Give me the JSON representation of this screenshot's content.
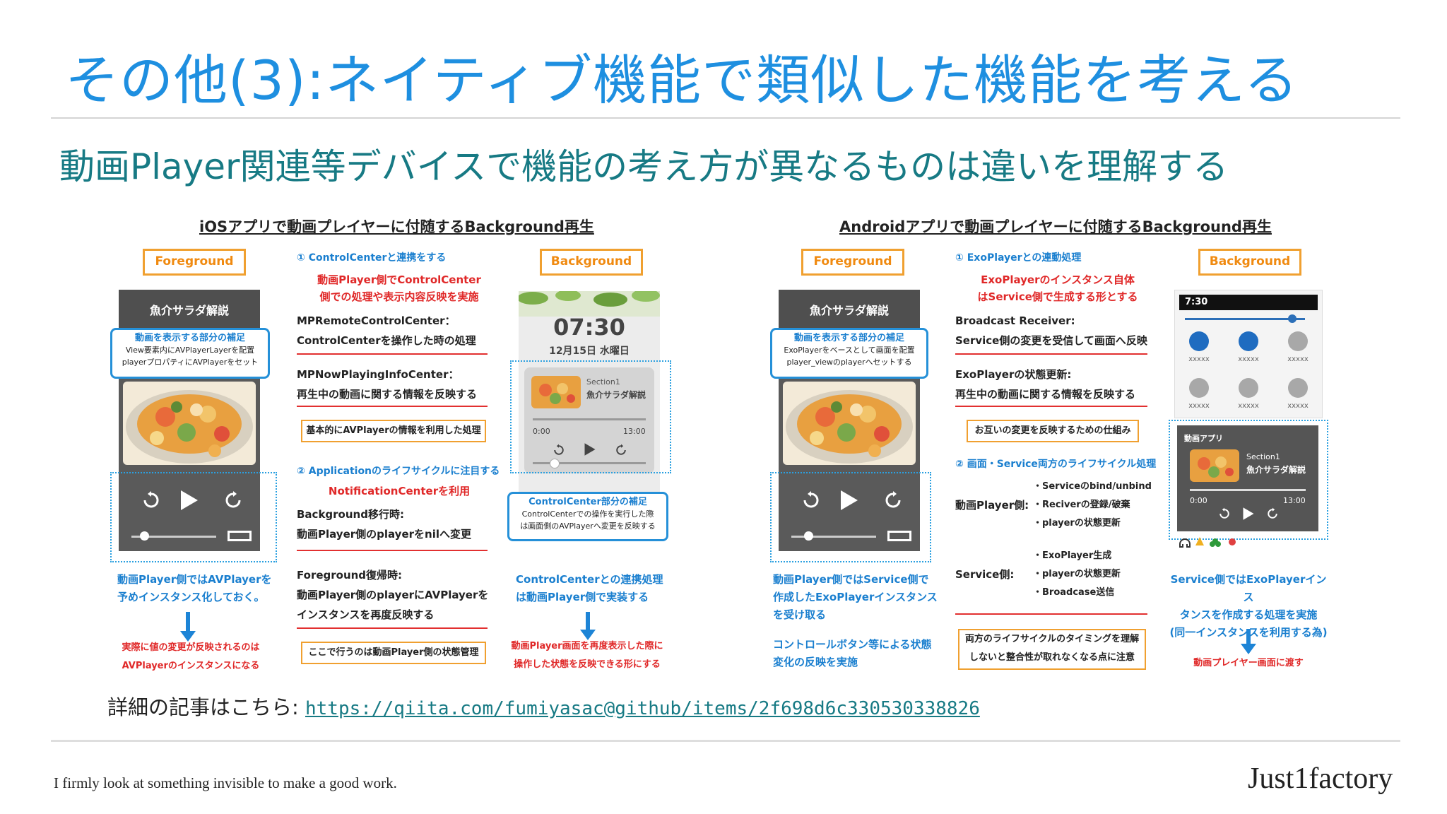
{
  "slide": {
    "title": "その他(3):ネイティブ機能で類似した機能を考える",
    "subtitle": "動画Player関連等デバイスで機能の考え方が異なるものは違いを理解する",
    "detail_label": "詳細の記事はこちら:",
    "detail_link": "https://qiita.com/fumiyasac@github/items/2f698d6c330530338826",
    "motto": "I firmly look at something invisible to make a good work.",
    "brand": "Just1factory"
  },
  "ios": {
    "heading": "iOSアプリで動画プレイヤーに付随するBackground再生",
    "fg_label": "Foreground",
    "bg_label": "Background",
    "phone_title": "魚介サラダ解説",
    "callout_title": "動画を表示する部分の補足",
    "callout_l1": "View要素内にAVPlayerLayerを配置",
    "callout_l2": "playerプロパティにAVPlayerをセット",
    "s1_head": "① ControlCenterと連携をする",
    "s1_red1": "動画Player側でControlCenter",
    "s1_red2": "側での処理や表示内容反映を実施",
    "s1_a1": "MPRemoteControlCenter：",
    "s1_a2": "ControlCenterを操作した時の処理",
    "s1_b1": "MPNowPlayingInfoCenter：",
    "s1_b2": "再生中の動画に関する情報を反映する",
    "s1_box": "基本的にAVPlayerの情報を利用した処理",
    "s2_head": "② Applicationのライフサイクルに注目する",
    "s2_red": "NotificationCenterを利用",
    "s2_a1": "Background移行時:",
    "s2_a2": "動画Player側のplayerをnilへ変更",
    "s2_b1": "Foreground復帰時:",
    "s2_b2": "動画Player側のplayerにAVPlayerを",
    "s2_b3": "インスタンスを再度反映する",
    "s2_box": "ここで行うのは動画Player側の状態管理",
    "left_note1": "動画Player側ではAVPlayerを",
    "left_note2": "予めインスタンス化しておく。",
    "left_red1": "実際に値の変更が反映されるのは",
    "left_red2": "AVPlayerのインスタンスになる",
    "lock_time": "07:30",
    "lock_date": "12月15日 水曜日",
    "np_section": "Section1",
    "np_title": "魚介サラダ解説",
    "np_start": "0:00",
    "np_end": "13:00",
    "cc_title": "ControlCenter部分の補足",
    "cc_l1": "ControlCenterでの操作を実行した際",
    "cc_l2": "は画面側のAVPlayerへ変更を反映する",
    "right_note1": "ControlCenterとの連携処理",
    "right_note2": "は動画Player側で実装する",
    "right_red1": "動画Player画面を再度表示した際に",
    "right_red2": "操作した状態を反映できる形にする"
  },
  "android": {
    "heading": "Androidアプリで動画プレイヤーに付随するBackground再生",
    "fg_label": "Foreground",
    "bg_label": "Background",
    "phone_title": "魚介サラダ解説",
    "callout_title": "動画を表示する部分の補足",
    "callout_l1": "ExoPlayerをベースとして画面を配置",
    "callout_l2": "player_viewのplayerへセットする",
    "s1_head": "① ExoPlayerとの連動処理",
    "s1_red1": "ExoPlayerのインスタンス自体",
    "s1_red2": "はService側で生成する形とする",
    "s1_a1": "Broadcast Receiver:",
    "s1_a2": "Service側の変更を受信して画面へ反映",
    "s1_b1": "ExoPlayerの状態更新:",
    "s1_b2": "再生中の動画に関する情報を反映する",
    "s1_box": "お互いの変更を反映するための仕組み",
    "s2_head": "② 画面・Service両方のライフサイクル処理",
    "dp_label": "動画Player側:",
    "dp_1": "・Serviceのbind/unbind",
    "dp_2": "・Reciverの登録/破棄",
    "dp_3": "・playerの状態更新",
    "sv_label": "Service側:",
    "sv_1": "・ExoPlayer生成",
    "sv_2": "・playerの状態更新",
    "sv_3": "・Broadcase送信",
    "s2_box1": "両方のライフサイクルのタイミングを理解",
    "s2_box2": "しないと整合性が取れなくなる点に注意",
    "left_note1": "動画Player側ではService側で",
    "left_note2": "作成したExoPlayerインスタンス",
    "left_note3": "を受け取る",
    "left_note4": "コントロールボタン等による状態",
    "left_note5": "変化の反映を実施",
    "status_time": "7:30",
    "qs_label": "xxxxx",
    "widget_app": "動画アプリ",
    "np_section": "Section1",
    "np_title": "魚介サラダ解説",
    "np_start": "0:00",
    "np_end": "13:00",
    "right_note1": "Service側ではExoPlayerインス",
    "right_note2": "タンスを作成する処理を実施",
    "right_note3": "(同一インスタンスを利用する為)",
    "right_red": "動画プレイヤー画面に渡す"
  },
  "colors": {
    "title": "#1e8fe0",
    "subtitle": "#177a84",
    "accent_orange": "#f0a030",
    "accent_red": "#e02828",
    "accent_blue": "#1a7fcf"
  }
}
